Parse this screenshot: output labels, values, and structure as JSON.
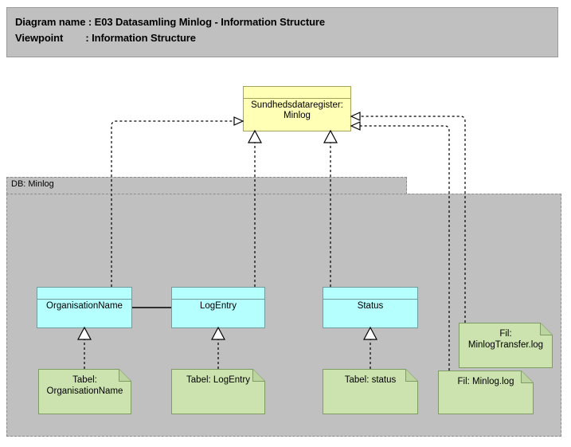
{
  "header": {
    "line1": "Diagram name : E03 Datasamling Minlog - Information Structure",
    "line2": "Viewpoint        : Information Structure"
  },
  "container": {
    "label": "DB: Minlog"
  },
  "objects": {
    "business_object": {
      "label": "Sundhedsdataregister: Minlog",
      "color": "#ffffb5"
    },
    "data_objects": [
      {
        "label": "OrganisationName",
        "color": "#b5ffff"
      },
      {
        "label": "LogEntry",
        "color": "#b5ffff"
      },
      {
        "label": "Status",
        "color": "#b5ffff"
      }
    ],
    "artifacts": [
      {
        "label": "Tabel:\nOrganisationName",
        "color": "#cce3b0"
      },
      {
        "label": "Tabel: LogEntry",
        "color": "#cce3b0"
      },
      {
        "label": "Tabel: status",
        "color": "#cce3b0"
      },
      {
        "label": "Fil:\nMinlogTransfer.log",
        "color": "#cce3b0"
      },
      {
        "label": "Fil: Minlog.log",
        "color": "#cce3b0"
      }
    ]
  },
  "colors": {
    "header_bar": "#c0c0c0",
    "group_fill": "#c0c0c0",
    "group_border": "#8c8c8c",
    "line": "#000000"
  }
}
